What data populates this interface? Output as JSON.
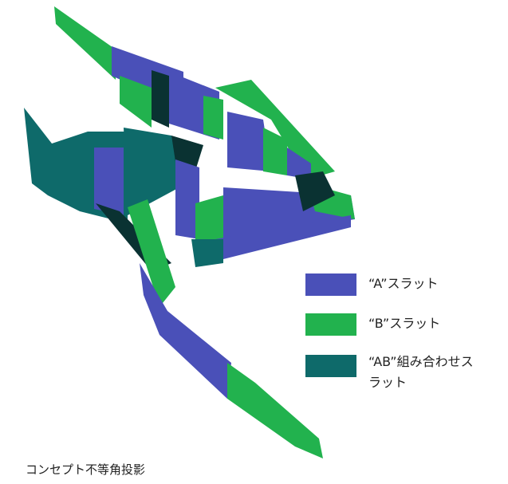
{
  "colors": {
    "a": "#4a50b8",
    "b": "#22b24e",
    "ab": "#0e6a6a",
    "dark": "#0a3232"
  },
  "legend": [
    {
      "key": "a",
      "label": "“A”スラット"
    },
    {
      "key": "b",
      "label": "“B”スラット"
    },
    {
      "key": "ab",
      "label": "“AB”組み合わせス\nラット"
    }
  ],
  "caption": "コンセプト不等角投影"
}
